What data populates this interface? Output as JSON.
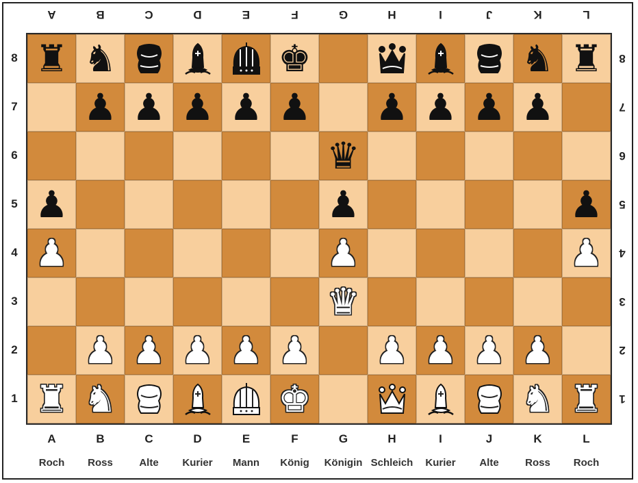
{
  "files": [
    "A",
    "B",
    "C",
    "D",
    "E",
    "F",
    "G",
    "H",
    "I",
    "J",
    "K",
    "L"
  ],
  "ranks": [
    "8",
    "7",
    "6",
    "5",
    "4",
    "3",
    "2",
    "1"
  ],
  "piece_names": [
    "Roch",
    "Ross",
    "Alte",
    "Kurier",
    "Mann",
    "König",
    "Königin",
    "Schleich",
    "Kurier",
    "Alte",
    "Ross",
    "Roch"
  ],
  "colors": {
    "dark_square": "#d28a3c",
    "light_square": "#f8cf9d",
    "black_piece": "#111111",
    "white_piece": "#ffffff"
  },
  "board": [
    [
      "b-rook",
      "b-knight",
      "b-alte",
      "b-kurier",
      "b-mann",
      "b-king",
      "",
      "b-schleich",
      "b-kurier",
      "b-alte",
      "b-knight",
      "b-rook"
    ],
    [
      "",
      "b-pawn",
      "b-pawn",
      "b-pawn",
      "b-pawn",
      "b-pawn",
      "",
      "b-pawn",
      "b-pawn",
      "b-pawn",
      "b-pawn",
      ""
    ],
    [
      "",
      "",
      "",
      "",
      "",
      "",
      "b-queen",
      "",
      "",
      "",
      "",
      ""
    ],
    [
      "b-pawn",
      "",
      "",
      "",
      "",
      "",
      "b-pawn",
      "",
      "",
      "",
      "",
      "b-pawn"
    ],
    [
      "w-pawn",
      "",
      "",
      "",
      "",
      "",
      "w-pawn",
      "",
      "",
      "",
      "",
      "w-pawn"
    ],
    [
      "",
      "",
      "",
      "",
      "",
      "",
      "w-queen",
      "",
      "",
      "",
      "",
      ""
    ],
    [
      "",
      "w-pawn",
      "w-pawn",
      "w-pawn",
      "w-pawn",
      "w-pawn",
      "",
      "w-pawn",
      "w-pawn",
      "w-pawn",
      "w-pawn",
      ""
    ],
    [
      "w-rook",
      "w-knight",
      "w-alte",
      "w-kurier",
      "w-mann",
      "w-king",
      "",
      "w-schleich",
      "w-kurier",
      "w-alte",
      "w-knight",
      "w-rook"
    ]
  ]
}
